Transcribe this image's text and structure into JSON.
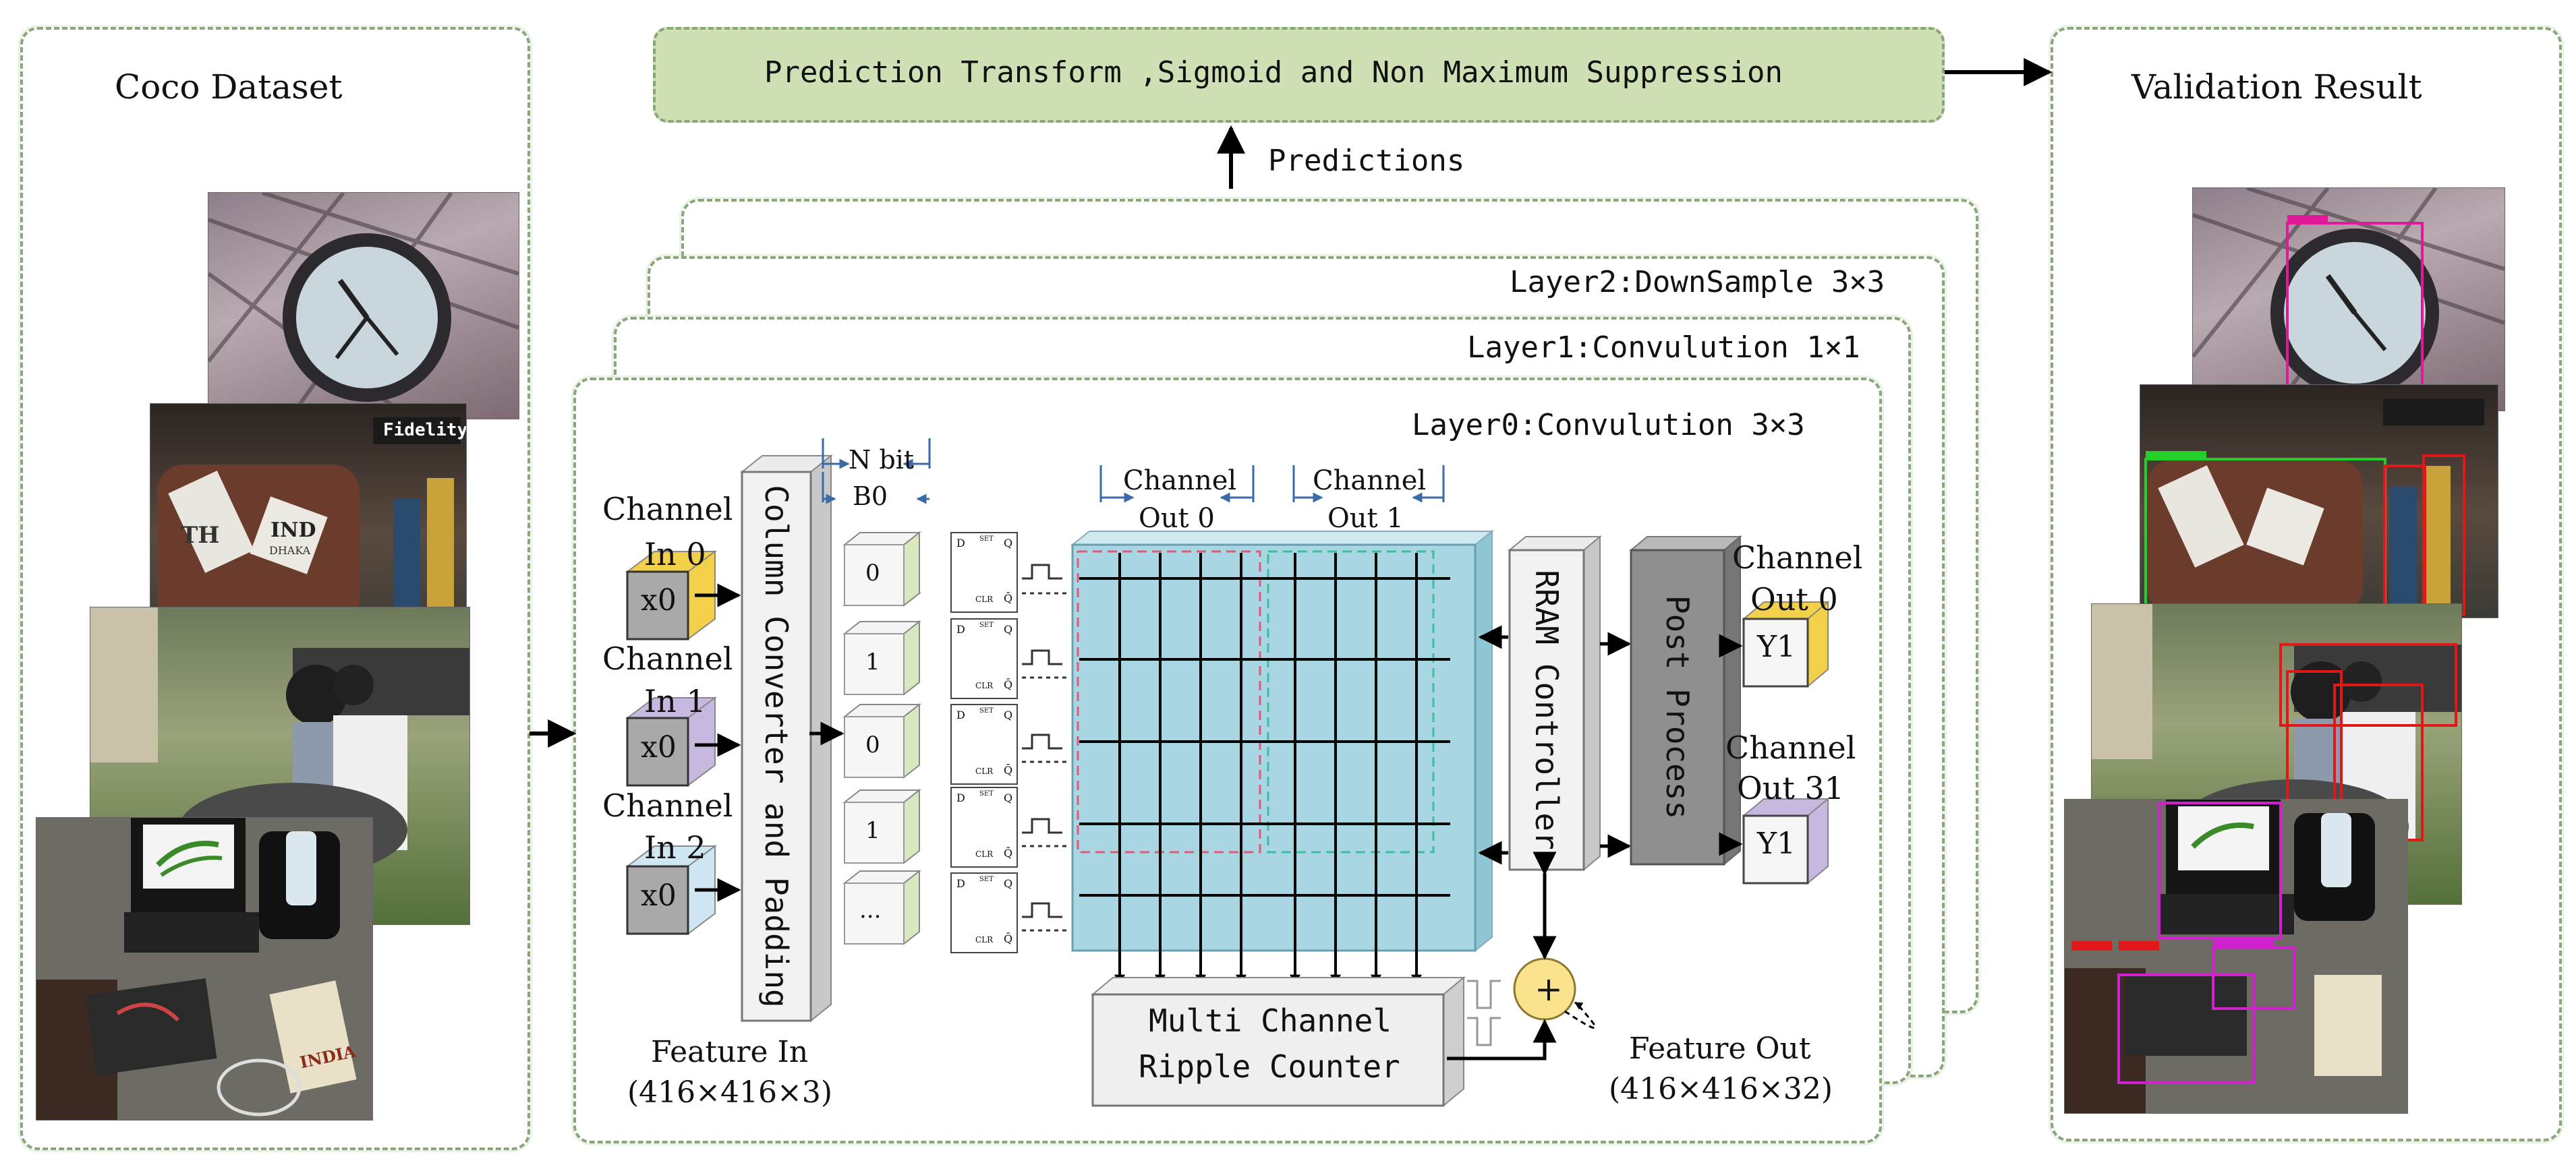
{
  "left_panel": {
    "title": "Coco Dataset"
  },
  "right_panel": {
    "title": "Validation Result"
  },
  "nms_box": {
    "label": "Prediction Transform ,Sigmoid and Non Maximum Suppression"
  },
  "predictions_label": "Predictions",
  "ellipsis": "......",
  "layers": {
    "layer2": "Layer2:DownSample 3×3",
    "layer1": "Layer1:Convulution 1×1",
    "layer0": "Layer0:Convulution 3×3"
  },
  "inputs": [
    {
      "label_line1": "Channel",
      "label_line2": "In 0",
      "cube": "x0",
      "color": "#f2d04a"
    },
    {
      "label_line1": "Channel",
      "label_line2": "In 1",
      "cube": "x0",
      "color": "#c7b8e0"
    },
    {
      "label_line1": "Channel",
      "label_line2": "In 2",
      "cube": "x0",
      "color": "#cfe6f3"
    }
  ],
  "column_converter": "Column Converter and Padding",
  "nbit": {
    "label": "N bit",
    "bit": "B0"
  },
  "bit_cubes": [
    "0",
    "1",
    "0",
    "1",
    "..."
  ],
  "flipflop": {
    "d": "D",
    "set": "SET",
    "clr": "CLR",
    "q": "Q",
    "qbar": "Q̄"
  },
  "array_channels": [
    {
      "line1": "Channel",
      "line2": "Out 0"
    },
    {
      "line1": "Channel",
      "line2": "Out 1"
    }
  ],
  "rram_controller": "RRAM Controller",
  "post_process": "Post Process",
  "outputs": [
    {
      "line1": "Channel",
      "line2": "Out 0",
      "cube": "Y1",
      "color": "#f2d04a"
    },
    {
      "line1": "Channel",
      "line2": "Out 31",
      "cube": "Y1",
      "color": "#c7b8e0"
    }
  ],
  "counter": {
    "line1": "Multi Channel",
    "line2": "Ripple Counter"
  },
  "adder_symbol": "+",
  "feature_in": {
    "line1": "Feature In",
    "line2": "(416×416×3)"
  },
  "feature_out": {
    "line1": "Feature Out",
    "line2": "(416×416×32)"
  },
  "photo_text": {
    "fidelity": "Fidelity",
    "bag_sticker_1": "TH",
    "bag_sticker_2": "IND",
    "bag_sticker_3": "DHAKA",
    "book": "INDIA"
  },
  "colors": {
    "panel_border": "#8aa77a",
    "nms_fill": "#cfe0b4",
    "array_fill": "#a9d6e3",
    "cube_green": "#d8e8bf",
    "post_process": "#8f8f8f",
    "adder": "#fbe38e"
  }
}
